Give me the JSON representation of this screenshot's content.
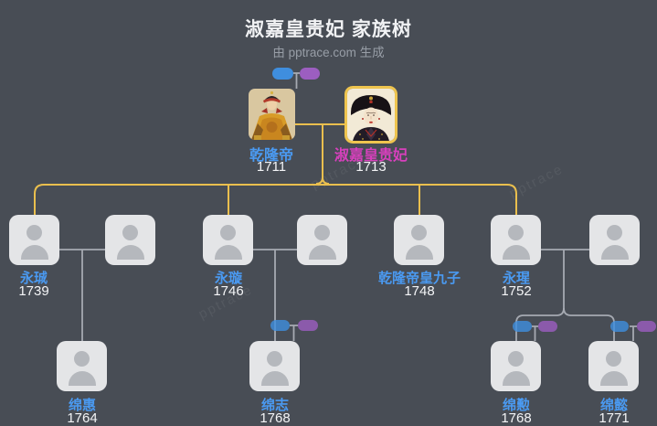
{
  "app": {
    "title": "淑嘉皇贵妃 家族树",
    "subtitle": "由 pptrace.com 生成",
    "watermark": "pptrace"
  },
  "colors": {
    "bg": "#484d55",
    "male_label": "#4a9af2",
    "female_label": "#d840bd",
    "year": "#f4f5f7",
    "line_parent": "#eabf4e",
    "line_couple": "#a6aab2",
    "badge_father": "#3f8ede",
    "badge_mother": "#9c5ec0",
    "avatar_bg": "#e4e5e7",
    "highlight": "#eec44e"
  },
  "tree": {
    "root_couple": {
      "father": {
        "name": "乾隆帝",
        "birth_year": "1711"
      },
      "mother": {
        "name": "淑嘉皇贵妃",
        "birth_year": "1713",
        "highlighted": true
      }
    },
    "children": [
      {
        "name": "永珹",
        "birth_year": "1739"
      },
      {
        "name": "永璇",
        "birth_year": "1746"
      },
      {
        "name": "乾隆帝皇九子",
        "birth_year": "1748"
      },
      {
        "name": "永瑆",
        "birth_year": "1752"
      }
    ],
    "grandchildren": [
      {
        "name": "绵惠",
        "birth_year": "1764"
      },
      {
        "name": "绵志",
        "birth_year": "1768"
      },
      {
        "name": "绵懃",
        "birth_year": "1768"
      },
      {
        "name": "绵懿",
        "birth_year": "1771"
      }
    ]
  }
}
